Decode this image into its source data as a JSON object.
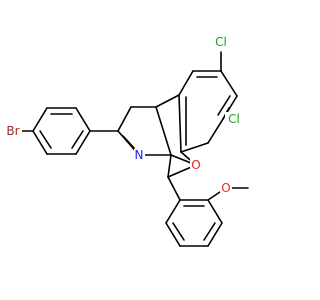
{
  "molecule": {
    "atom_labels": {
      "Br": "Br",
      "Cl_top": "Cl",
      "Cl_right": "Cl",
      "N": "N",
      "O_ring": "O",
      "O_methoxy": "O"
    },
    "colors": {
      "bond": "#000000",
      "Br": "#a52a2a",
      "Cl": "#1fa01f",
      "N": "#2222ee",
      "O": "#ee2222"
    }
  }
}
